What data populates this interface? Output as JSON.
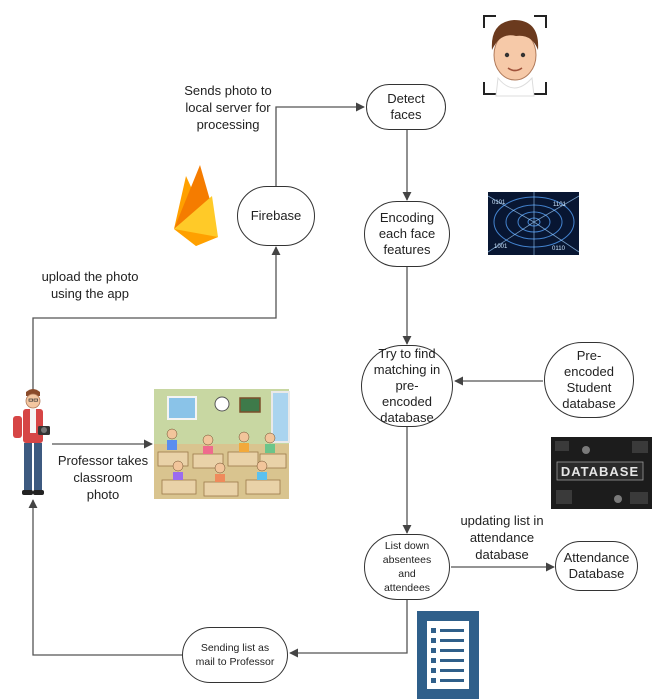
{
  "nodes": {
    "detect_faces": "Detect faces",
    "firebase": "Firebase",
    "encoding": "Encoding each face features",
    "matching": "Try to find matching in pre-encoded database",
    "pre_encoded": "Pre-encoded Student database",
    "list_down": "List down absentees and attendees",
    "attendance_db": "Attendance Database",
    "sending_list": "Sending list as mail to Professor"
  },
  "edge_labels": {
    "sends_photo": "Sends photo to local server for processing",
    "upload_photo": "upload the photo using the app",
    "professor_takes": "Professor takes classroom photo",
    "updating_list": "updating list in attendance database"
  },
  "images": {
    "database_banner": "DATABASE"
  },
  "icons": {
    "face": "face-avatar-icon",
    "firebase": "firebase-flame-icon",
    "binary": "binary-tunnel-icon",
    "professor": "professor-with-camera-icon",
    "classroom": "classroom-illustration",
    "database": "database-banner-icon",
    "checklist": "checklist-document-icon"
  },
  "colors": {
    "stroke": "#333333",
    "firebase_yellow": "#FFCA28",
    "firebase_orange": "#F57C00",
    "binary_bg": "#0a1a3a",
    "checklist_blue": "#2f5f8a"
  }
}
